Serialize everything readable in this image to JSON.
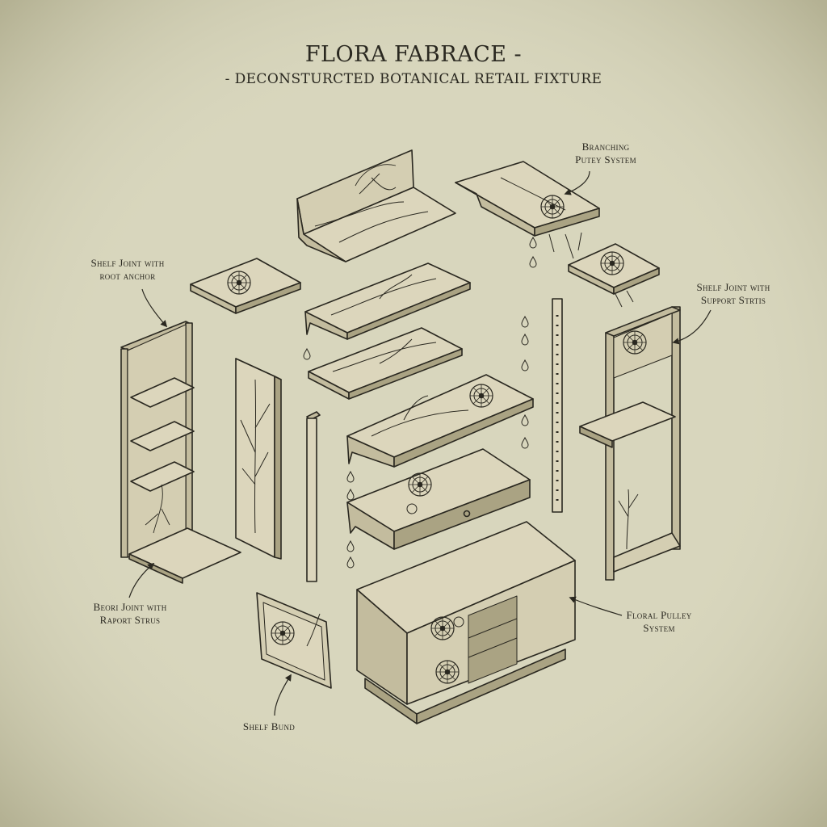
{
  "title": "FLORA FABRACE -",
  "subtitle": "- DECONSTURCTED BOTANICAL RETAIL FIXTURE",
  "labels": {
    "branching": [
      "Branching",
      "Putey System"
    ],
    "shelf_joint_root": [
      "Shelf Joint with",
      "root anchor"
    ],
    "shelf_joint_support": [
      "Shelf Joint with",
      "Support Strtis"
    ],
    "beori_joint": [
      "Beori Joint with",
      "Raport Strus"
    ],
    "floral_pulley": [
      "Floral Pulley",
      "System"
    ],
    "shelf_bund": [
      "Shelf Bund"
    ]
  },
  "colors": {
    "paper": "#d8d6bd",
    "ink": "#2a2820",
    "wood_top": "#dcd6bc",
    "wood_side": "#c3bc9e",
    "wood_dark": "#aaa383"
  }
}
